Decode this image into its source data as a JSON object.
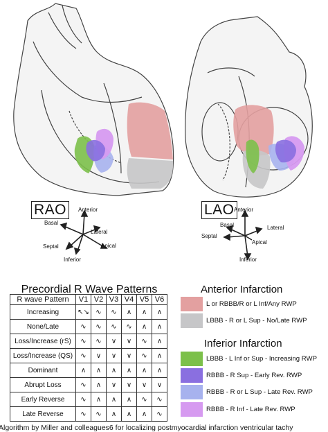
{
  "views": {
    "rao_label": "RAO",
    "lao_label": "LAO"
  },
  "axes_rao": {
    "anterior": "Anterior",
    "basal": "Basal",
    "lateral": "Lateral",
    "septal": "Septal",
    "apical": "Apical",
    "inferior": "Inferior"
  },
  "axes_lao": {
    "anterior": "Anterior",
    "basal": "Basal",
    "lateral": "Lateral",
    "septal": "Septal",
    "apical": "Apical",
    "inferior": "Inferior"
  },
  "table": {
    "title": "Precordial R Wave Patterns",
    "header_first": "R wave Pattern",
    "leads": [
      "V1",
      "V2",
      "V3",
      "V4",
      "V5",
      "V6"
    ],
    "rows": [
      {
        "name": "Increasing",
        "glyphs": [
          "↖↘",
          "∿",
          "∿",
          "∧",
          "∧",
          "∧"
        ]
      },
      {
        "name": "None/Late",
        "glyphs": [
          "∿",
          "∿",
          "∿",
          "∿",
          "∧",
          "∧"
        ]
      },
      {
        "name": "Loss/Increase (rS)",
        "glyphs": [
          "∿",
          "∿",
          "∨",
          "∨",
          "∿",
          "∧"
        ]
      },
      {
        "name": "Loss/Increase (QS)",
        "glyphs": [
          "∿",
          "∨",
          "∨",
          "∨",
          "∿",
          "∧"
        ]
      },
      {
        "name": "Dominant",
        "glyphs": [
          "∧",
          "∧",
          "∧",
          "∧",
          "∧",
          "∧"
        ]
      },
      {
        "name": "Abrupt Loss",
        "glyphs": [
          "∿",
          "∧",
          "∨",
          "∨",
          "∨",
          "∨"
        ]
      },
      {
        "name": "Early Reverse",
        "glyphs": [
          "∿",
          "∧",
          "∧",
          "∧",
          "∿",
          "∿"
        ]
      },
      {
        "name": "Late Reverse",
        "glyphs": [
          "∿",
          "∿",
          "∧",
          "∧",
          "∧",
          "∿"
        ]
      }
    ]
  },
  "legend": {
    "anterior_title": "Anterior Infarction",
    "inferior_title": "Inferior Infarction",
    "items": [
      {
        "text": "L or RBBB/R or L Inf/Any RWP",
        "color": "#e3a0a0"
      },
      {
        "text": "LBBB - R or L Sup - No/Late RWP",
        "color": "#c6c6c8"
      },
      {
        "text": "LBBB - L Inf or Sup - Increasing RWP",
        "color": "#7cc04a"
      },
      {
        "text": "RBBB - R Sup - Early Rev. RWP",
        "color": "#8a6fe0"
      },
      {
        "text": "RBBB - R or L Sup - Late Rev. RWP",
        "color": "#a7b2ee"
      },
      {
        "text": "RBBB - R Inf - Late Rev. RWP",
        "color": "#d69af0"
      }
    ]
  },
  "caption": "Algorithm by Miller and colleagues6 for localizing postmyocardial infarction ventricular tachy"
}
